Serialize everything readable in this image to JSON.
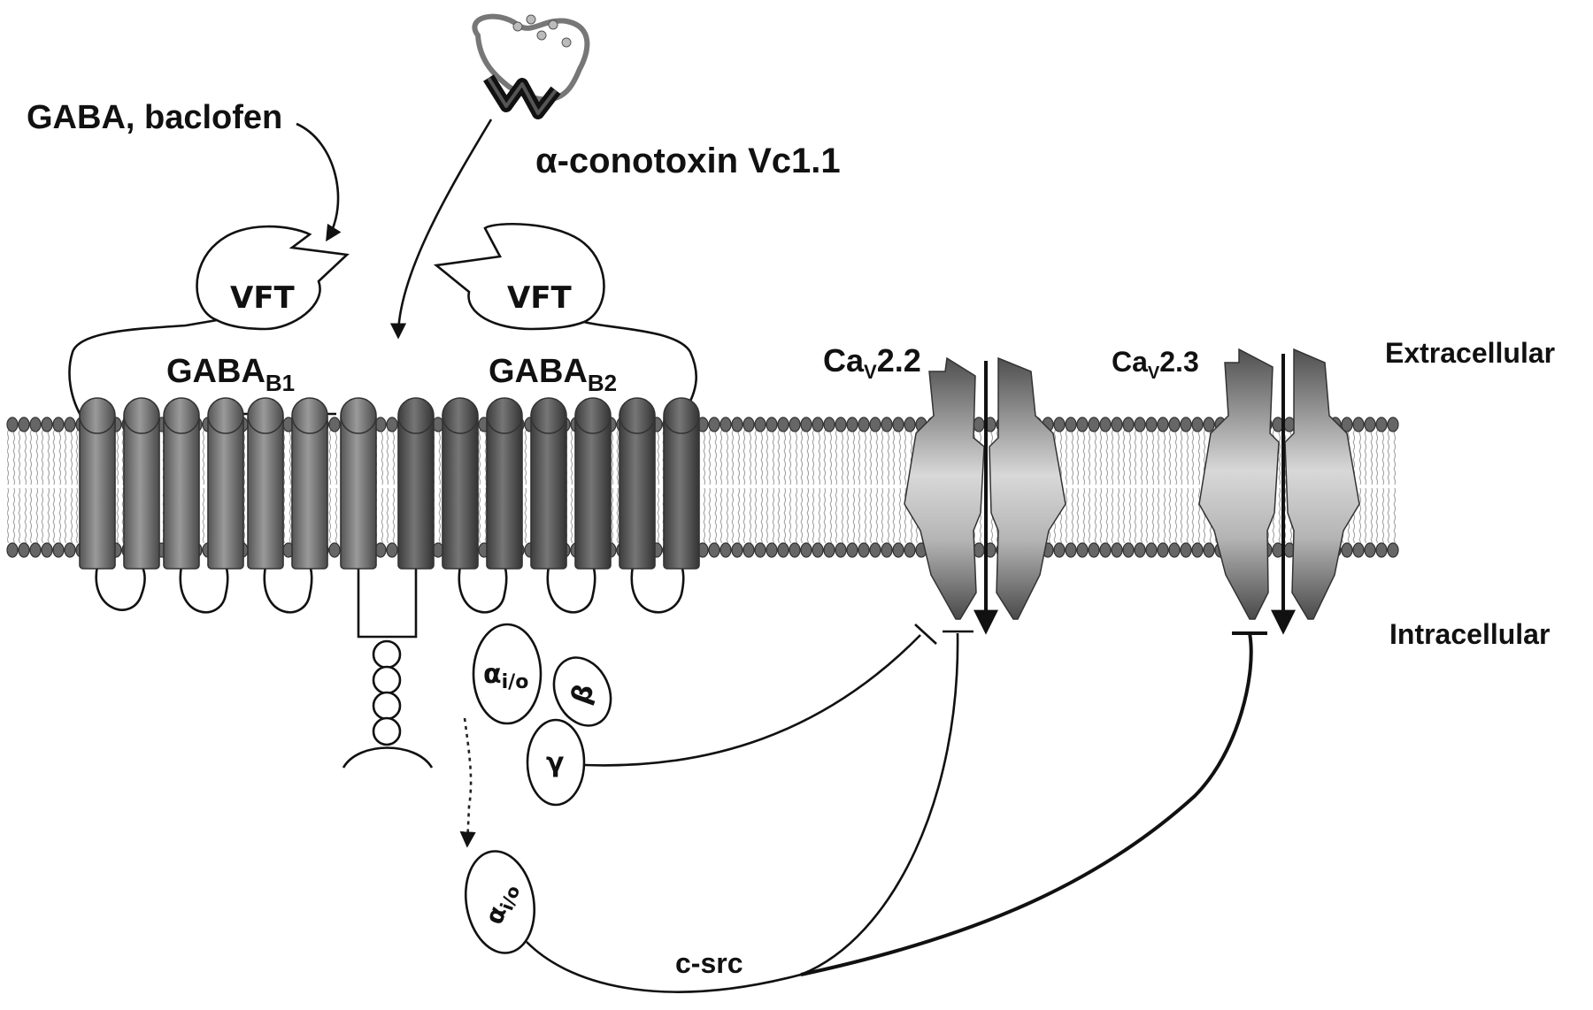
{
  "labels": {
    "ligand": "GABA, baclofen",
    "toxin": "α-conotoxin Vc1.1",
    "vft_1": "VFT",
    "vft_2": "VFT",
    "gaba_b1_main": "GABA",
    "gaba_b1_sub": "B1",
    "gaba_b2_main": "GABA",
    "gaba_b2_sub": "B2",
    "cav22_main": "Ca",
    "cav22_sub": "V",
    "cav22_num": "2.2",
    "cav23_main": "Ca",
    "cav23_sub": "V",
    "cav23_num": "2.3",
    "extracellular": "Extracellular",
    "intracellular": "Intracellular",
    "alpha_io_1_main": "α",
    "alpha_io_1_sub": "i/o",
    "alpha_io_2_main": "α",
    "alpha_io_2_sub": "i/o",
    "beta": "β",
    "gamma": "γ",
    "csrc": "c-src"
  },
  "colors": {
    "membrane_head": "#666666",
    "helix_b1": "#7a7a7a",
    "helix_b2": "#555555",
    "channel_light": "#d6d6d6",
    "channel_dark": "#5c5c5c",
    "outline": "#111111"
  }
}
